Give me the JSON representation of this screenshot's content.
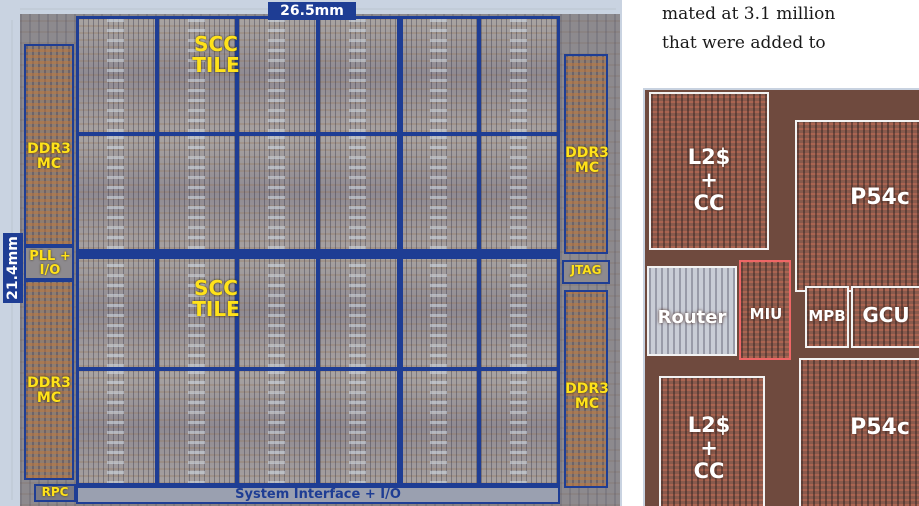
{
  "die": {
    "width_label": "26.5mm",
    "height_label": "21.4mm",
    "tile_label": "SCC\nTILE",
    "left_blocks": [
      "DDR3\nMC",
      "PLL +\nI/O",
      "DDR3\nMC",
      "RPC"
    ],
    "right_blocks": [
      "DDR3\nMC",
      "JTAG",
      "DDR3\nMC"
    ],
    "bottom_bar": "System Interface + I/O"
  },
  "text": {
    "line1": "mated at 3.1 million",
    "line2": "that were added to"
  },
  "core": {
    "l2_top": "L2$\n+\nCC",
    "p54c_top": "P54c",
    "router": "Router",
    "miu": "MIU",
    "mpb": "MPB",
    "gcu": "GCU",
    "l2_bottom": "L2$\n+\nCC",
    "p54c_bottom": "P54c"
  },
  "colors": {
    "frame_blue": "#1e3d94",
    "label_yellow": "#ffe21a"
  }
}
